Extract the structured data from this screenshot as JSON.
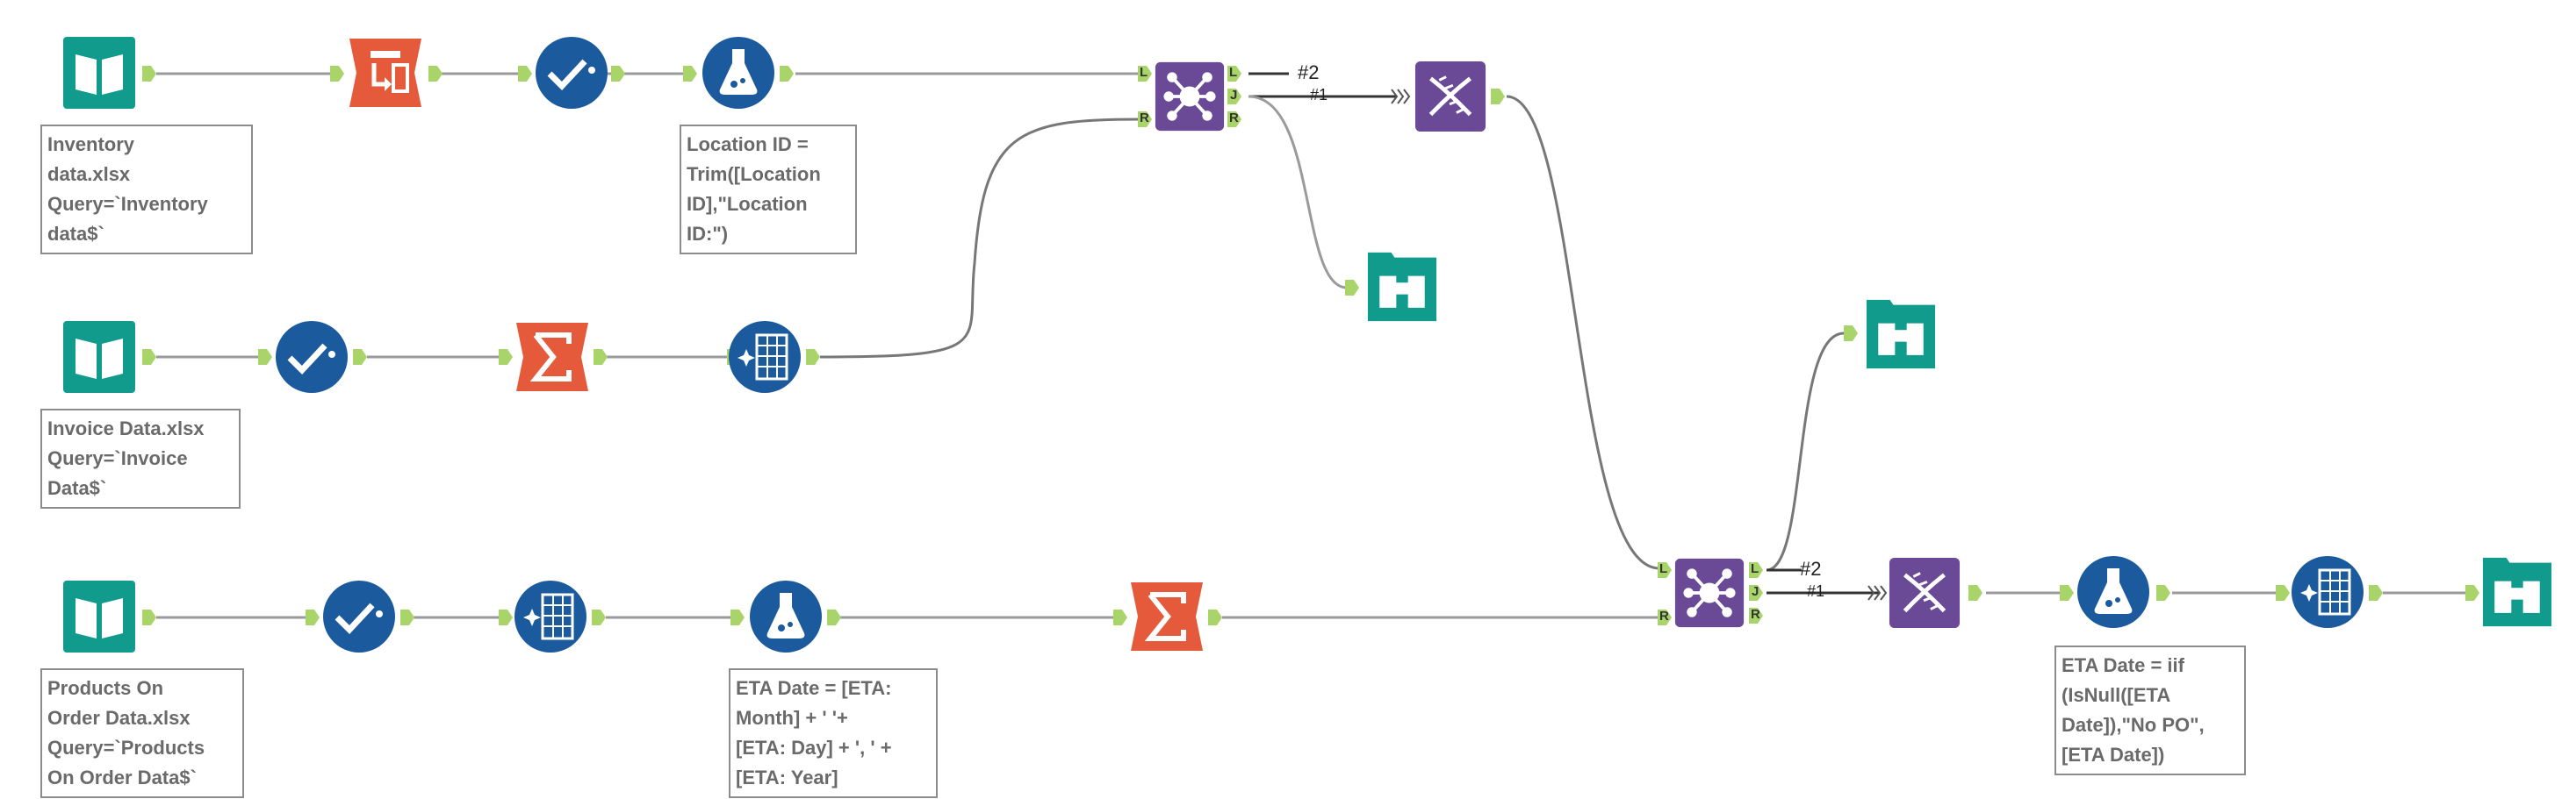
{
  "colors": {
    "input_teal": "#119b8d",
    "prep_blue": "#1b5a9c",
    "transform_orange": "#e55a3b",
    "join_purple": "#6a4a96",
    "anchor_green": "#a8d46a",
    "wire": "#9a9a9a",
    "annotation_text": "#6a6a6a"
  },
  "tools": [
    {
      "id": "input-inventory",
      "icon": "book-icon"
    },
    {
      "id": "dynamic-rename",
      "icon": "table-arrow-icon"
    },
    {
      "id": "select-1",
      "icon": "checkmark-icon"
    },
    {
      "id": "formula-location",
      "icon": "flask-icon"
    },
    {
      "id": "join-1",
      "icon": "join-network-icon"
    },
    {
      "id": "union-1",
      "icon": "dna-icon"
    },
    {
      "id": "browse-1",
      "icon": "binoculars-icon"
    },
    {
      "id": "input-invoice",
      "icon": "book-icon"
    },
    {
      "id": "select-2",
      "icon": "checkmark-icon"
    },
    {
      "id": "summarize-1",
      "icon": "sigma-icon"
    },
    {
      "id": "data-cleansing-1",
      "icon": "cleanse-icon"
    },
    {
      "id": "browse-2",
      "icon": "binoculars-icon"
    },
    {
      "id": "input-products",
      "icon": "book-icon"
    },
    {
      "id": "select-3",
      "icon": "checkmark-icon"
    },
    {
      "id": "data-cleansing-2",
      "icon": "cleanse-icon"
    },
    {
      "id": "formula-eta",
      "icon": "flask-icon"
    },
    {
      "id": "summarize-2",
      "icon": "sigma-icon"
    },
    {
      "id": "join-2",
      "icon": "join-network-icon"
    },
    {
      "id": "union-2",
      "icon": "dna-icon"
    },
    {
      "id": "formula-eta-2",
      "icon": "flask-icon"
    },
    {
      "id": "data-cleansing-3",
      "icon": "cleanse-icon"
    },
    {
      "id": "browse-3",
      "icon": "binoculars-icon"
    }
  ],
  "annotations": {
    "inventory": "Inventory\ndata.xlsx\nQuery=`Inventory\ndata$`",
    "location_formula": "Location ID =\nTrim([Location\nID],\"Location\nID:\")",
    "invoice": "Invoice Data.xlsx\nQuery=`Invoice\nData$`",
    "products": "Products On\nOrder Data.xlsx\nQuery=`Products\nOn Order Data$`",
    "eta_formula": "ETA Date = [ETA:\nMonth] + ' '+\n[ETA: Day] + ', ' +\n[ETA: Year]",
    "eta_iif": "ETA Date = iif\n(IsNull([ETA\nDate]),\"No PO\",\n[ETA Date])"
  },
  "anchor_labels": {
    "left": "L",
    "join": "J",
    "right": "R"
  },
  "connection_labels": {
    "join1_hash2": "#2",
    "join1_hash1": "#1",
    "join2_hash2": "#2",
    "join2_hash1": "#1"
  }
}
